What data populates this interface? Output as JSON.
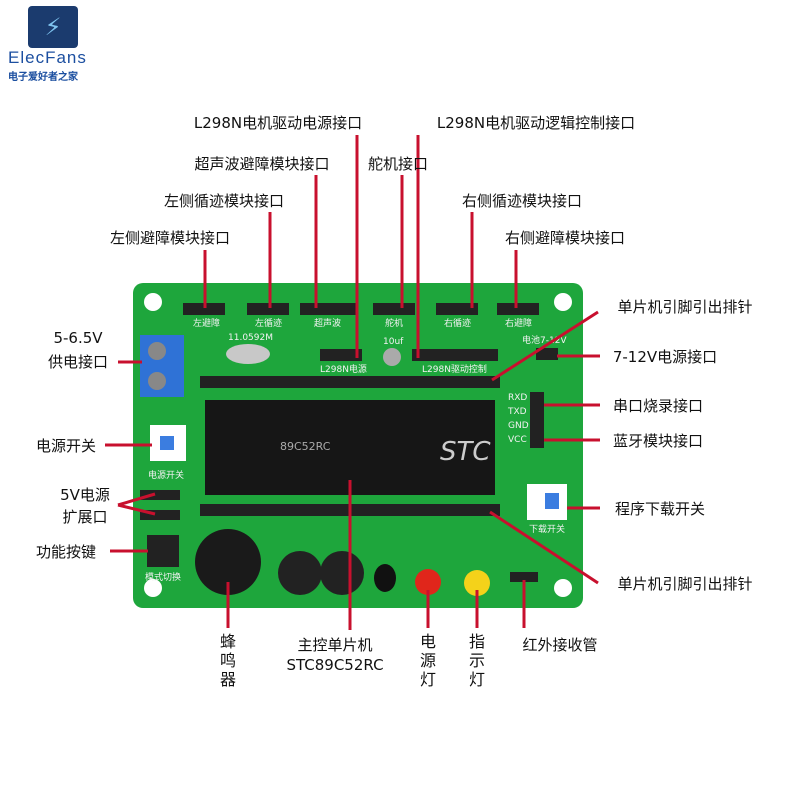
{
  "logo": {
    "name": "ElecFans",
    "subtitle": "电子爱好者之家"
  },
  "top_labels": {
    "l298n_power": "L298N电机驱动电源接口",
    "l298n_logic": "L298N电机驱动逻辑控制接口",
    "ultrasonic": "超声波避障模块接口",
    "servo": "舵机接口",
    "left_track": "左侧循迹模块接口",
    "right_track": "右侧循迹模块接口",
    "left_avoid": "左侧避障模块接口",
    "right_avoid": "右侧避障模块接口"
  },
  "right_labels": {
    "pin_header_top": "单片机引脚引出排针",
    "power_7_12v": "7-12V电源接口",
    "serial": "串口烧录接口",
    "bluetooth": "蓝牙模块接口",
    "download_switch": "程序下载开关",
    "pin_header_bottom": "单片机引脚引出排针"
  },
  "left_labels": {
    "supply_voltage": "5-6.5V",
    "supply_port": "供电接口",
    "power_switch": "电源开关",
    "ext_5v_line1": "5V电源",
    "ext_5v_line2": "扩展口",
    "function_key": "功能按键"
  },
  "bottom_labels": {
    "buzzer": "蜂鸣器",
    "mcu_line1": "主控单片机",
    "mcu_line2": "STC89C52RC",
    "power_led": "电源灯",
    "indicator_led": "指示灯",
    "ir_receiver": "红外接收管"
  },
  "board": {
    "silk_left_avoid": "左避障",
    "silk_left_track": "左循迹",
    "silk_ultrasonic": "超声波",
    "silk_servo": "舵机",
    "silk_right_track": "右循迹",
    "silk_right_avoid": "右避障",
    "crystal": "11.0592M",
    "cap": "10uf",
    "silk_l298n_power": "L298N电源",
    "silk_l298n_ctrl": "L298N驱动控制",
    "silk_battery": "电池7-12V",
    "chip_brand": "STC",
    "chip_model": "89C52RC",
    "silk_power_switch": "电源开关",
    "silk_download": "下载开关",
    "silk_mode": "模式切换",
    "silk_serial": [
      "RXD",
      "TXD",
      "GND",
      "VCC"
    ]
  },
  "colors": {
    "accent": "#c8102e",
    "pcb": "#1ea63c"
  }
}
